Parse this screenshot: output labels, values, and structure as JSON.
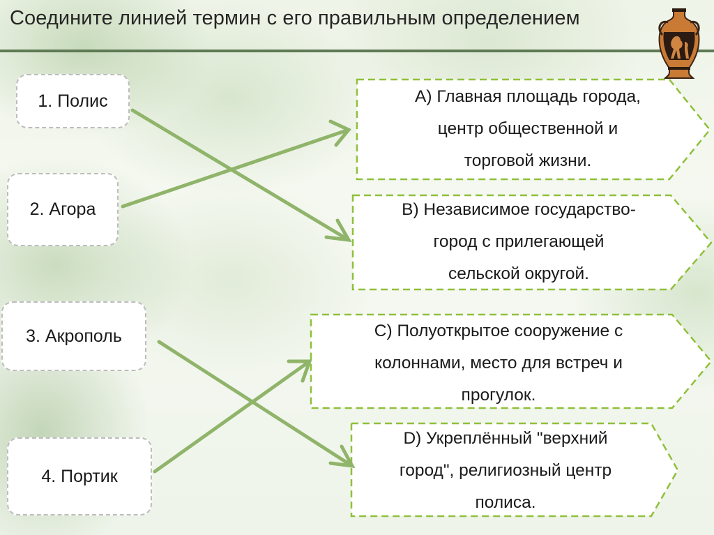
{
  "title": "Соедините линией термин с его правильным определением",
  "terms": [
    {
      "label": "1. Полис"
    },
    {
      "label": "2. Агора"
    },
    {
      "label": "3. Акрополь"
    },
    {
      "label": "4. Портик"
    }
  ],
  "definitions": [
    {
      "lines": [
        "А) Главная площадь города,",
        "центр общественной и",
        "торговой жизни."
      ]
    },
    {
      "lines": [
        "В) Независимое государство-",
        "город с прилегающей",
        "сельской округой."
      ]
    },
    {
      "lines": [
        "С) Полуоткрытое сооружение с",
        "колоннами, место для встреч и",
        "прогулок."
      ]
    },
    {
      "lines": [
        "D) Укреплённый \"верхний",
        "город\", религиозный центр",
        "полиса."
      ]
    }
  ],
  "colors": {
    "accent_line": "#8fb46a",
    "dashed_border": "#8fc03a",
    "term_border": "#bdbdbd",
    "title_rule": "#5e7a55"
  },
  "decoration": {
    "vase": "greek-amphora-icon"
  }
}
